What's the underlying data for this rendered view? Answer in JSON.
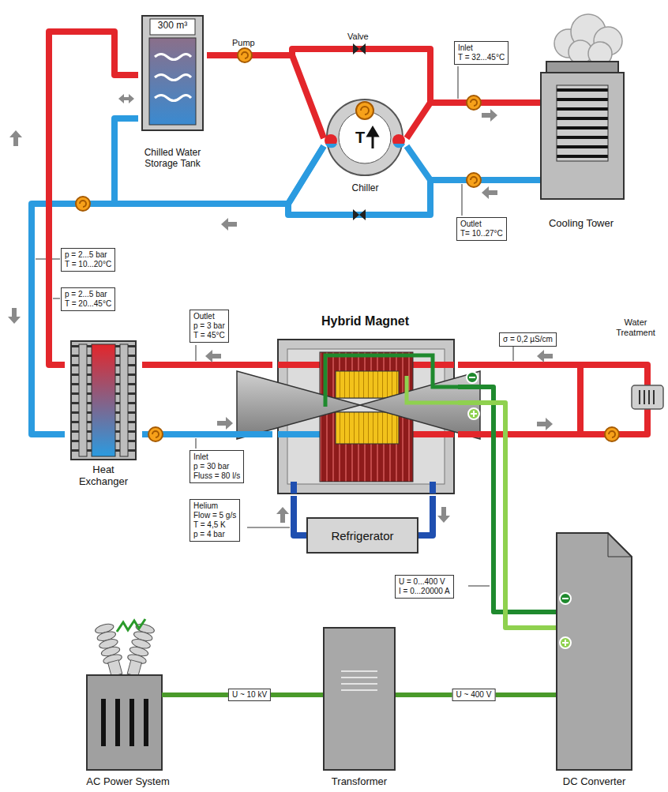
{
  "diagram": {
    "nodes": [
      {
        "text": [
          "300 m³",
          "Chilled Water Storage Tank"
        ]
      },
      {
        "text": [
          "T",
          "Chiller"
        ]
      },
      {
        "text": [
          "Inlet",
          "T = 32...45°C"
        ]
      },
      {
        "text": [
          "Cooling Tower"
        ]
      },
      {
        "text": [
          "Outlet",
          "T= 10..27°C"
        ]
      },
      {
        "text": [
          "p = 2...5 bar",
          "T = 10...20°C"
        ]
      },
      {
        "text": [
          "p = 2...5 bar",
          "T = 20...45°C"
        ]
      },
      {
        "text": [
          "Outlet",
          "p = 3 bar",
          "T = 45°C"
        ]
      },
      {
        "text": [
          "Hybrid Magnet"
        ]
      },
      {
        "text": [
          "σ = 0,2 µS/cm"
        ]
      },
      {
        "text": [
          "Water Treatment"
        ]
      },
      {
        "text": [
          "Heat Exchanger"
        ]
      },
      {
        "text": [
          "Inlet",
          "p = 30 bar",
          "Fluss = 80 l/s"
        ]
      },
      {
        "text": [
          "Helium",
          "Flow = 5 g/s",
          "T = 4,5 K",
          "p = 4 bar"
        ]
      },
      {
        "text": [
          "Refrigerator"
        ]
      },
      {
        "text": [
          "U = 0...400 V",
          "I = 0...20000 A"
        ]
      },
      {
        "text": [
          "AC Power System"
        ]
      },
      {
        "text": [
          "Transformer"
        ]
      },
      {
        "text": [
          "DC Converter"
        ]
      }
    ],
    "edges": [
      {
        "from": 0,
        "to": 1,
        "arrow": "none"
      },
      {
        "from": 1,
        "to": 3,
        "arrow": "none"
      },
      {
        "from": 3,
        "to": 1,
        "arrow": "none"
      },
      {
        "from": 1,
        "to": 0,
        "arrow": "none"
      },
      {
        "from": 1,
        "to": 11,
        "arrow": "none"
      },
      {
        "from": 11,
        "to": 0,
        "arrow": "none"
      },
      {
        "from": 8,
        "to": 11,
        "arrow": "none"
      },
      {
        "from": 11,
        "to": 8,
        "arrow": "none"
      },
      {
        "from": 8,
        "to": 10,
        "arrow": "none"
      },
      {
        "from": 10,
        "to": 8,
        "arrow": "none"
      },
      {
        "from": 14,
        "to": 8,
        "arrow": "none"
      },
      {
        "from": 8,
        "to": 14,
        "arrow": "none"
      },
      {
        "from": 18,
        "to": 8,
        "arrow": "none"
      },
      {
        "from": 18,
        "to": 8,
        "arrow": "none"
      },
      {
        "from": 16,
        "to": 17,
        "label": "U ~ 10 kV",
        "arrow": "none"
      },
      {
        "from": 17,
        "to": 18,
        "label": "U ~ 400 V",
        "arrow": "none"
      }
    ],
    "labels": [
      "Pump",
      "Valve"
    ]
  }
}
